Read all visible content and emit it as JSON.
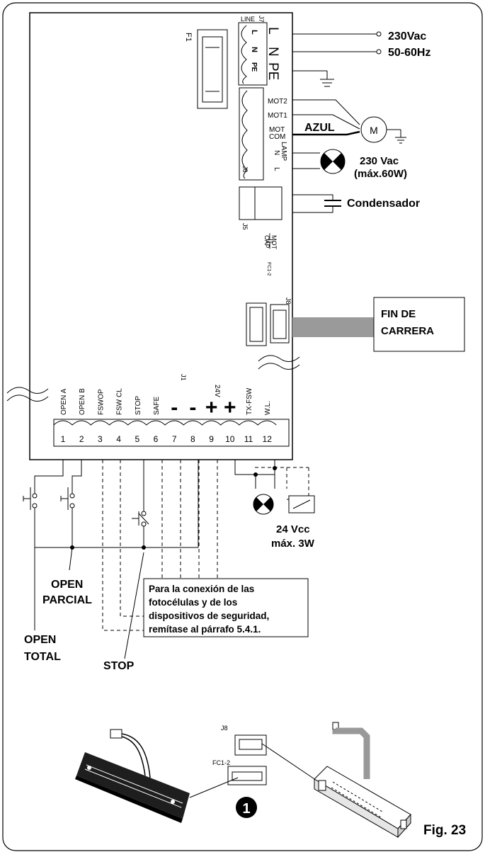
{
  "board": {
    "j7": "J7",
    "line": "LINE",
    "l": "L",
    "n": "N",
    "pe": "PE",
    "f1": "F1",
    "mot2": "MOT2",
    "mot1": "MOT1",
    "mot": "MOT",
    "com": "COM",
    "lamp": "LAMP",
    "lamp_n": "N",
    "lamp_l": "L",
    "j6": "J6",
    "j5": "J5",
    "mot_cap_1": "MOT",
    "mot_cap_2": "CAP",
    "fc12": "FC1-2",
    "j8": "J8",
    "j1": "J1",
    "v24": "24V"
  },
  "external": {
    "supply_voltage": "230Vac",
    "supply_freq": "50-60Hz",
    "azul": "AZUL",
    "motor": "M",
    "lamp_rating_1": "230 Vac",
    "lamp_rating_2": "(máx.60W)",
    "condensador": "Condensador",
    "fin_de_1": "FIN DE",
    "fin_de_2": "CARRERA",
    "wl_rating_1": "24 Vcc",
    "wl_rating_2": "máx. 3W",
    "open_parcial_1": "OPEN",
    "open_parcial_2": "PARCIAL",
    "open_total_1": "OPEN",
    "open_total_2": "TOTAL",
    "stop": "STOP"
  },
  "terminals": [
    {
      "num": "1",
      "label": "OPEN A"
    },
    {
      "num": "2",
      "label": "OPEN B"
    },
    {
      "num": "3",
      "label": "FSWOP"
    },
    {
      "num": "4",
      "label": "FSW  CL"
    },
    {
      "num": "5",
      "label": "STOP"
    },
    {
      "num": "6",
      "label": "SAFE"
    },
    {
      "num": "7",
      "label": "-"
    },
    {
      "num": "8",
      "label": "-"
    },
    {
      "num": "9",
      "label": "+"
    },
    {
      "num": "10",
      "label": "+"
    },
    {
      "num": "11",
      "label": "TX-FSW"
    },
    {
      "num": "12",
      "label": "W.L."
    }
  ],
  "note": [
    "Para la conexión de las",
    "fotocélulas y de los",
    "dispositivos de seguridad,",
    "remítase al párrafo 5.4.1."
  ],
  "detail": {
    "j8": "J8",
    "fc12": "FC1-2",
    "marker": "1"
  },
  "figure": "Fig. 23"
}
